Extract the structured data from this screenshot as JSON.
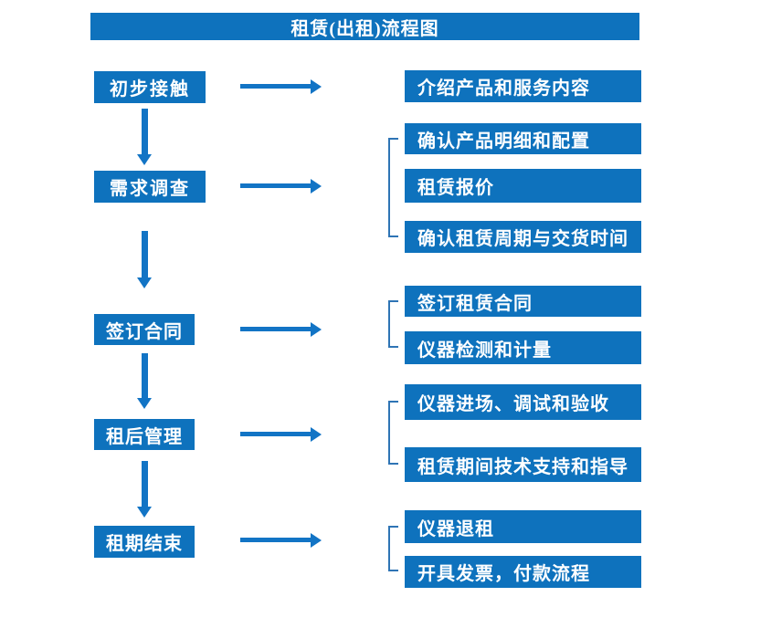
{
  "title": "租赁(出租)流程图",
  "colors": {
    "box_blue": "#0e72bd",
    "arrow_blue": "#1274c5",
    "bracket_blue": "#2e74b5",
    "text_white": "#ffffff"
  },
  "steps": [
    {
      "label": "初步接触",
      "details": [
        "介绍产品和服务内容"
      ]
    },
    {
      "label": "需求调查",
      "details": [
        "确认产品明细和配置",
        "租赁报价",
        "确认租赁周期与交货时间"
      ]
    },
    {
      "label": "签订合同",
      "details": [
        "签订租赁合同",
        "仪器检测和计量"
      ]
    },
    {
      "label": "租后管理",
      "details": [
        "仪器进场、调试和验收",
        "租赁期间技术支持和指导"
      ]
    },
    {
      "label": "租期结束",
      "details": [
        "仪器退租",
        "开具发票，付款流程"
      ]
    }
  ]
}
